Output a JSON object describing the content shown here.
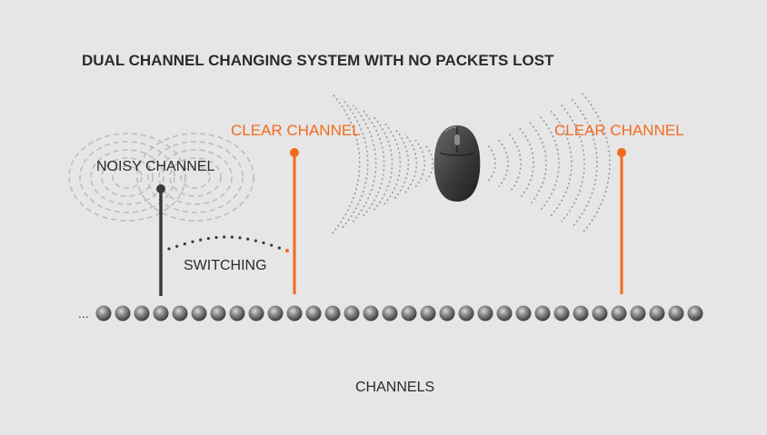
{
  "title": "DUAL CHANNEL CHANGING SYSTEM WITH NO PACKETS LOST",
  "labels": {
    "noisy_channel": "NOISY CHANNEL",
    "clear_channel_1": "CLEAR CHANNEL",
    "clear_channel_2": "CLEAR CHANNEL",
    "switching": "SWITCHING",
    "channels": "CHANNELS",
    "ellipsis_left": "...",
    "ellipsis_right": "..."
  },
  "colors": {
    "background": "#e6e6e6",
    "accent": "#f26b1d",
    "dark": "#3a3a3a",
    "title": "#2b2b2b"
  },
  "icons": {
    "device": "wireless-mouse-icon"
  },
  "channel_dot_count": 32
}
